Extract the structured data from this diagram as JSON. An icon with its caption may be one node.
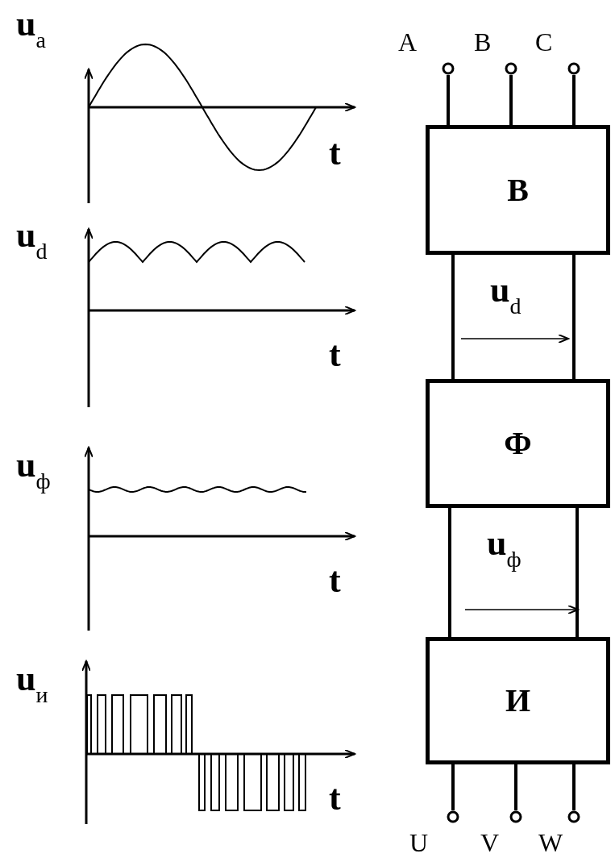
{
  "diagram": {
    "nodes": [
      {
        "text": [
          "В"
        ]
      },
      {
        "text": [
          "Ф"
        ]
      },
      {
        "text": [
          "И"
        ]
      },
      {
        "text": [
          "A"
        ]
      },
      {
        "text": [
          "B"
        ]
      },
      {
        "text": [
          "C"
        ]
      },
      {
        "text": [
          "U"
        ]
      },
      {
        "text": [
          "V"
        ]
      },
      {
        "text": [
          "W"
        ]
      }
    ],
    "edges": [
      {
        "from": 3,
        "to": 0,
        "arrow": "none"
      },
      {
        "from": 4,
        "to": 0,
        "arrow": "none"
      },
      {
        "from": 5,
        "to": 0,
        "arrow": "none"
      },
      {
        "from": 0,
        "to": 1,
        "arrow": "none"
      },
      {
        "from": 0,
        "to": 1,
        "arrow": "none"
      },
      {
        "from": 1,
        "to": 2,
        "arrow": "none"
      },
      {
        "from": 1,
        "to": 2,
        "arrow": "none"
      },
      {
        "from": 2,
        "to": 6,
        "arrow": "none"
      },
      {
        "from": 2,
        "to": 7,
        "arrow": "none"
      },
      {
        "from": 2,
        "to": 8,
        "arrow": "none"
      }
    ],
    "labels": [
      "u$_{a}$",
      "t",
      "u$_{d}$",
      "t",
      "u$_{ф}$",
      "t",
      "u$_{и}$",
      "t",
      "u$_{d}$",
      "u$_{ф}$"
    ]
  }
}
